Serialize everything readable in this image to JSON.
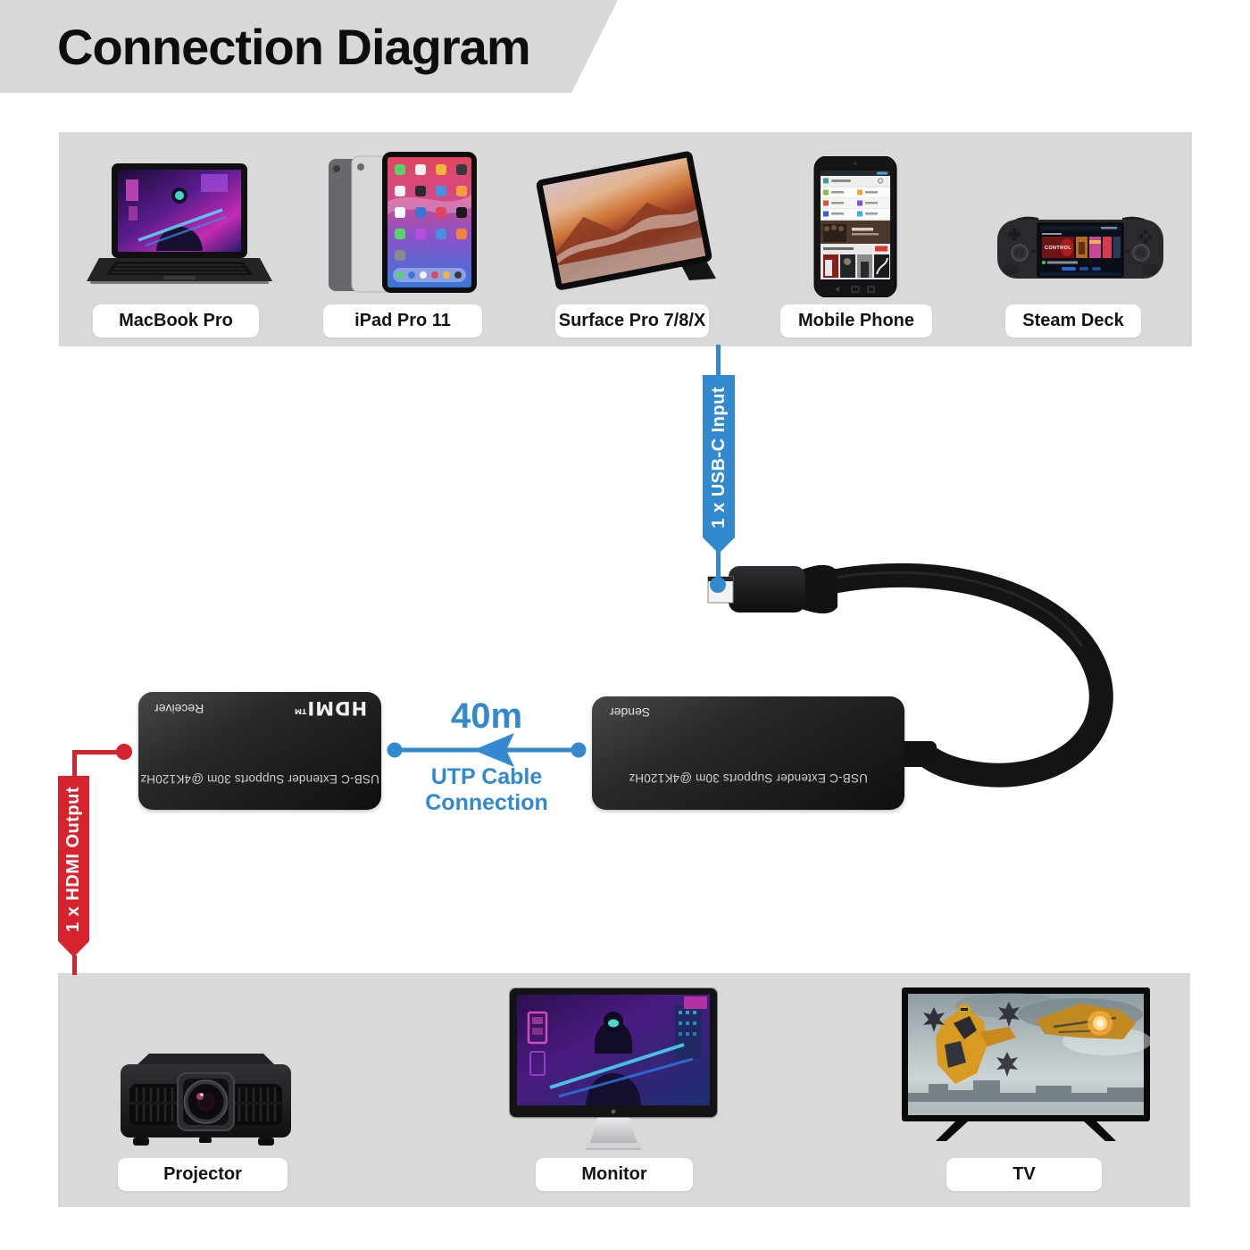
{
  "title": "Connection Diagram",
  "colors": {
    "accent_blue": "#3389cd",
    "accent_red": "#d6232e",
    "band_gray": "#d9d9d9",
    "device_black": "#141416",
    "label_bg": "#ffffff"
  },
  "input_devices": {
    "items": [
      {
        "label": "MacBook Pro"
      },
      {
        "label": "iPad Pro 11"
      },
      {
        "label": "Surface Pro 7/8/X"
      },
      {
        "label": "Mobile Phone"
      },
      {
        "label": "Steam Deck"
      }
    ]
  },
  "output_devices": {
    "items": [
      {
        "label": "Projector"
      },
      {
        "label": "Monitor"
      },
      {
        "label": "TV"
      }
    ]
  },
  "connections": {
    "usb_input": "1 x USB-C Input",
    "hdmi_output": "1 x HDMI Output",
    "distance": "40m",
    "utp_line1": "UTP Cable",
    "utp_line2": "Connection"
  },
  "extender": {
    "receiver": {
      "name": "Receiver",
      "spec": "USB-C Extender Supports 30m @4K120Hz"
    },
    "sender": {
      "name": "Sender",
      "spec": "USB-C Extender Supports 30m @4K120Hz"
    },
    "hdmi_logo": "HDMI",
    "hdmi_tm": "TM"
  },
  "screen_art": {
    "steam_deck_tile": "CONTROL"
  }
}
